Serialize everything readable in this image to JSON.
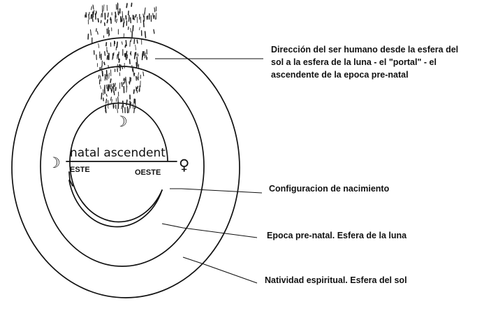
{
  "diagram": {
    "ring_labels": {
      "direction": [
        "Dirección del ser humano desde la esfera del",
        "sol a la esfera de la luna - el \"portal\" - el",
        "ascendente de la epoca pre-natal"
      ],
      "birth": "Configuracion de nacimiento",
      "prenatal": "Epoca pre-natal. Esfera de la luna",
      "nativity": "Natividad espiritual. Esfera del sol"
    },
    "horizon": {
      "handwritten": "natal ascendent",
      "east": "ESTE",
      "west": "OESTE"
    },
    "symbols": {
      "moon_top": "☽",
      "moon_left": "☽",
      "venus_right": "♀"
    }
  }
}
